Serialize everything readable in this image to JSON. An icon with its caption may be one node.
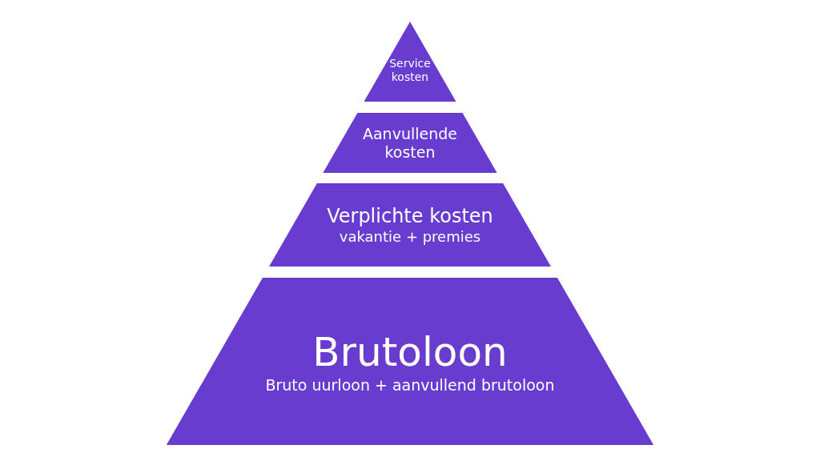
{
  "diagram": {
    "nodes": [
      {
        "text": [
          "Service kosten"
        ]
      },
      {
        "text": [
          "Aanvullende kosten"
        ]
      },
      {
        "text": [
          "Verplichte kosten",
          "vakantie + premies"
        ]
      },
      {
        "text": [
          "Brutoloon",
          "Bruto uurloon + aanvullend brutoloon"
        ]
      }
    ]
  }
}
